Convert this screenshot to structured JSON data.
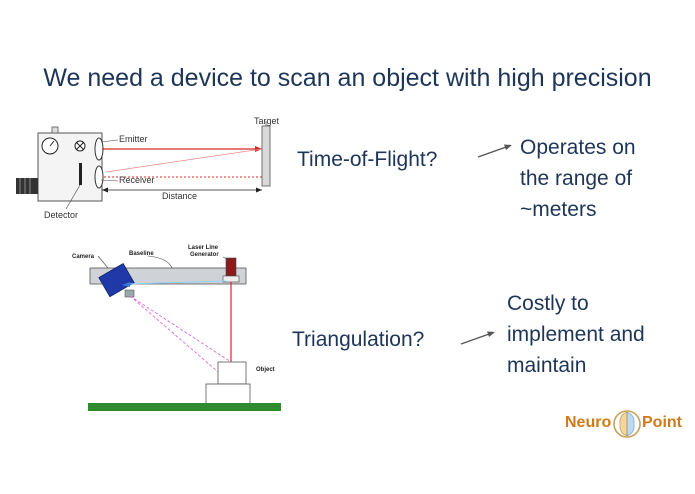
{
  "slide": {
    "title": "We need a device to scan an object with high precision"
  },
  "tof": {
    "question": "Time-of-Flight?",
    "note_lines": [
      "Operates on",
      "the range of",
      "~meters"
    ],
    "diagram": {
      "target": "Target",
      "emitter": "Emitter",
      "receiver": "Receiver",
      "distance": "Distance",
      "detector": "Detector"
    }
  },
  "tri": {
    "question": "Triangulation?",
    "note_lines": [
      "Costly to",
      "implement and",
      "maintain"
    ],
    "diagram": {
      "camera": "Camera",
      "baseline": "Baseline",
      "laser_line": "Laser Line",
      "generator": "Generator",
      "object": "Object"
    }
  },
  "logo": {
    "left": "Neuro",
    "right": "Point",
    "color": "#d07a16"
  },
  "colors": {
    "text": "#1d3557",
    "laser": "#d62828",
    "camera": "#1f3aa8",
    "ground": "#2e8b2e"
  }
}
